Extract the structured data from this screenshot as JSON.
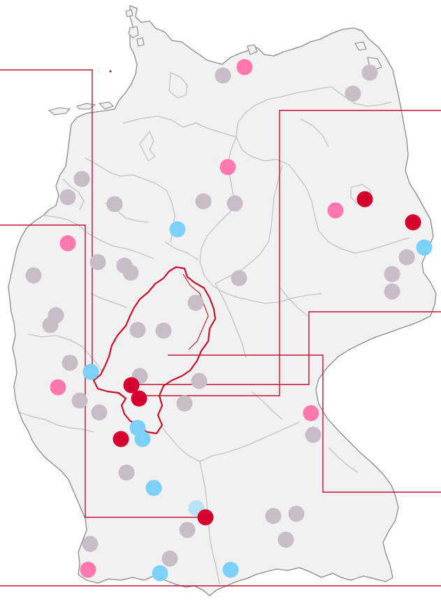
{
  "map": {
    "colors": {
      "background": "#ffffff",
      "land": "#f1f1f2",
      "outline": "#8a8a8a",
      "internal_border": "#c2c2c4",
      "highlight_region": "#c8102e",
      "connector": "#c8102e",
      "dot_grey": "#c8bcc7",
      "dot_pink": "#ff78ae",
      "dot_red": "#d4002e",
      "dot_blue": "#7dd1f8",
      "dot_blue_light": "#b7e1f5"
    },
    "legend_categories": [
      {
        "key": "grey",
        "color": "#c8bcc7"
      },
      {
        "key": "pink",
        "color": "#ff78ae"
      },
      {
        "key": "red",
        "color": "#d4002e"
      },
      {
        "key": "blue",
        "color": "#7dd1f8"
      },
      {
        "key": "blue_light",
        "color": "#b7e1f5"
      }
    ]
  }
}
